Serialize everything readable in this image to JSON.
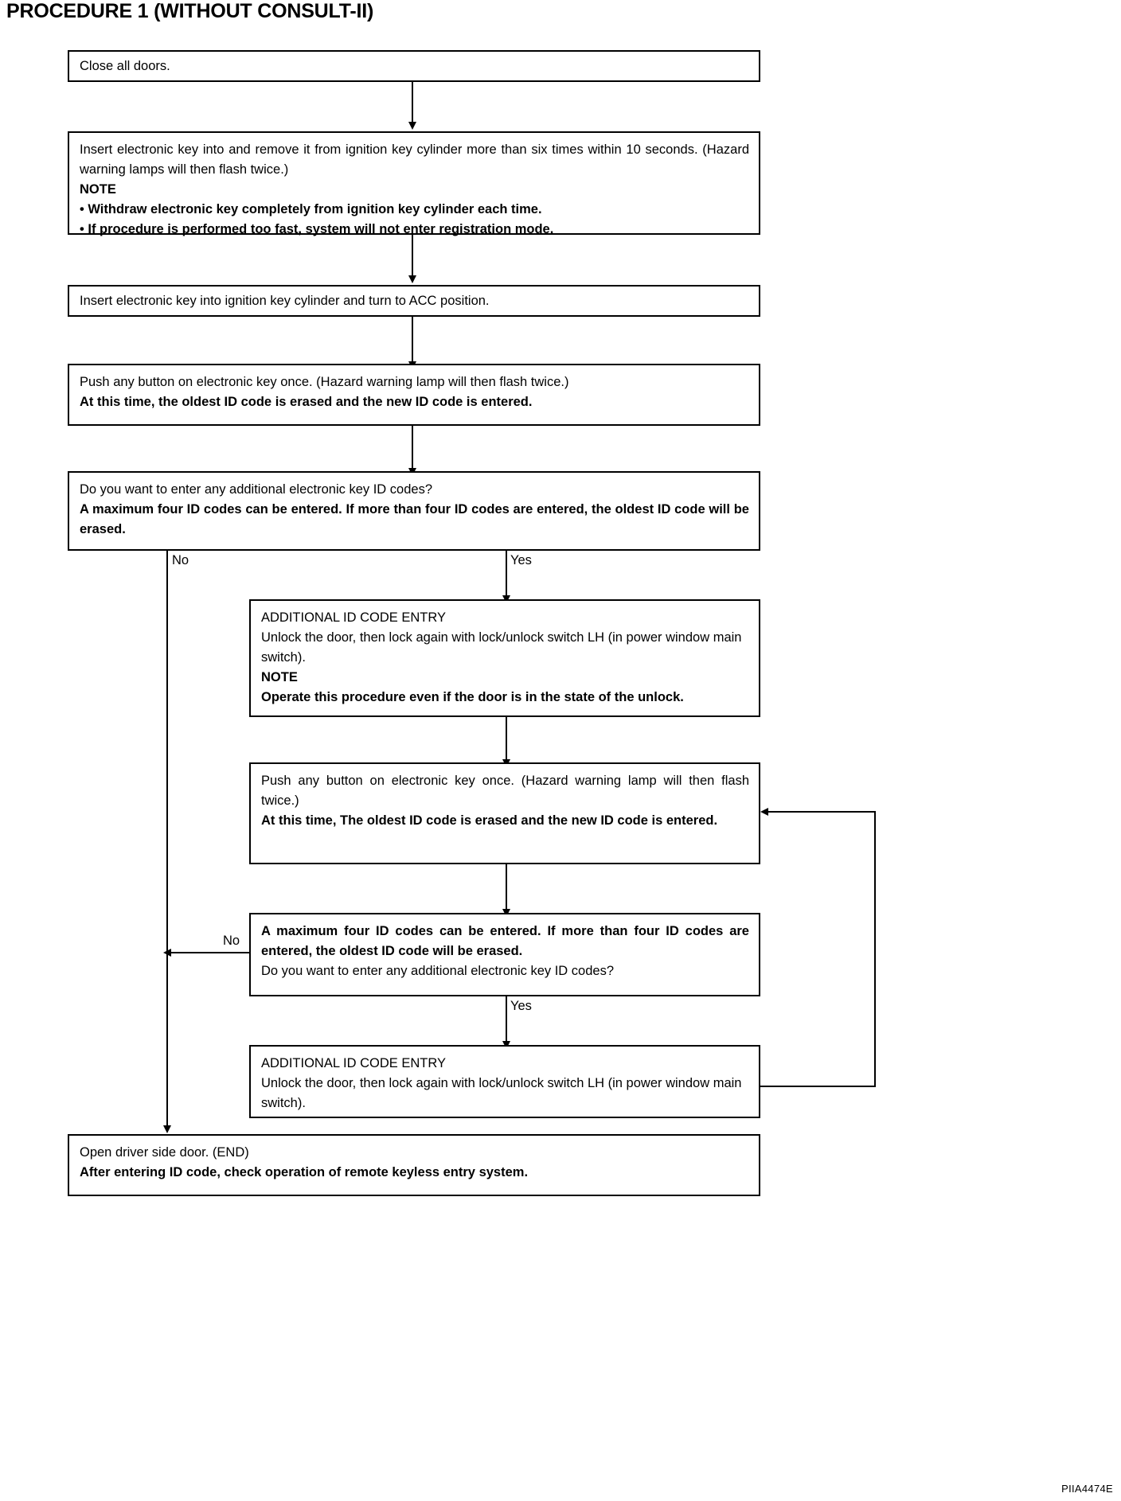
{
  "page": {
    "title": "PROCEDURE 1 (WITHOUT CONSULT-II)",
    "figure_code": "PIIA4474E"
  },
  "nodes": {
    "close_doors": {
      "lines": [
        {
          "text": "Close all doors.",
          "bold": false
        }
      ]
    },
    "insert_remove_key": {
      "lines": [
        {
          "text": "Insert electronic key into and remove it from ignition key cylinder more than six times within 10 seconds. (Hazard warning lamps will then flash twice.)",
          "bold": false
        },
        {
          "text": "NOTE",
          "bold": true
        },
        {
          "text": "Withdraw electronic key completely from ignition key cylinder each time.",
          "bold": true,
          "bullet": true
        },
        {
          "text": "If procedure is performed too fast, system will not enter registration mode.",
          "bold": true,
          "bullet": true
        }
      ]
    },
    "insert_acc": {
      "lines": [
        {
          "text": "Insert electronic key into ignition key cylinder and turn to ACC position.",
          "bold": false
        }
      ]
    },
    "push_button_1": {
      "lines": [
        {
          "text": "Push any button on electronic key once. (Hazard warning lamp will then flash twice.)",
          "bold": false
        },
        {
          "text": "At this time, the oldest ID code is erased and the new ID code is entered.",
          "bold": true
        }
      ]
    },
    "decision_1": {
      "lines": [
        {
          "text": "Do you want to enter any additional electronic key ID codes?",
          "bold": false
        },
        {
          "text": "A maximum four ID codes can be entered. If more than four ID codes are entered, the oldest ID code will be erased.",
          "bold": true
        }
      ]
    },
    "additional_entry_1": {
      "lines": [
        {
          "text": "ADDITIONAL ID CODE ENTRY",
          "bold": false
        },
        {
          "text": "Unlock the door, then lock again with lock/unlock switch LH (in power window main switch).",
          "bold": false
        },
        {
          "text": "NOTE",
          "bold": true
        },
        {
          "text": "Operate this procedure even if the door is in the state of the unlock.",
          "bold": true
        }
      ]
    },
    "push_button_2": {
      "lines": [
        {
          "text": "Push any button on electronic key once. (Hazard warning lamp will then flash twice.)",
          "bold": false
        },
        {
          "text": "At this time, The oldest ID code is erased and the new ID code is entered.",
          "bold": true
        }
      ]
    },
    "decision_2": {
      "lines": [
        {
          "text": "A maximum four ID codes can be entered. If more than four ID codes are entered, the oldest ID code will be erased.",
          "bold": true
        },
        {
          "text": "Do you want to enter any additional electronic key ID codes?",
          "bold": false
        }
      ]
    },
    "additional_entry_2": {
      "lines": [
        {
          "text": "ADDITIONAL ID CODE ENTRY",
          "bold": false
        },
        {
          "text": "Unlock the door, then lock again with lock/unlock switch LH (in power window main switch).",
          "bold": false
        }
      ]
    },
    "end_node": {
      "lines": [
        {
          "text": "Open driver side door. (END)",
          "bold": false
        },
        {
          "text": "After entering ID code, check operation of remote keyless entry system.",
          "bold": true
        }
      ]
    }
  },
  "branch_labels": {
    "d1_no": "No",
    "d1_yes": "Yes",
    "d2_no": "No",
    "d2_yes": "Yes"
  }
}
